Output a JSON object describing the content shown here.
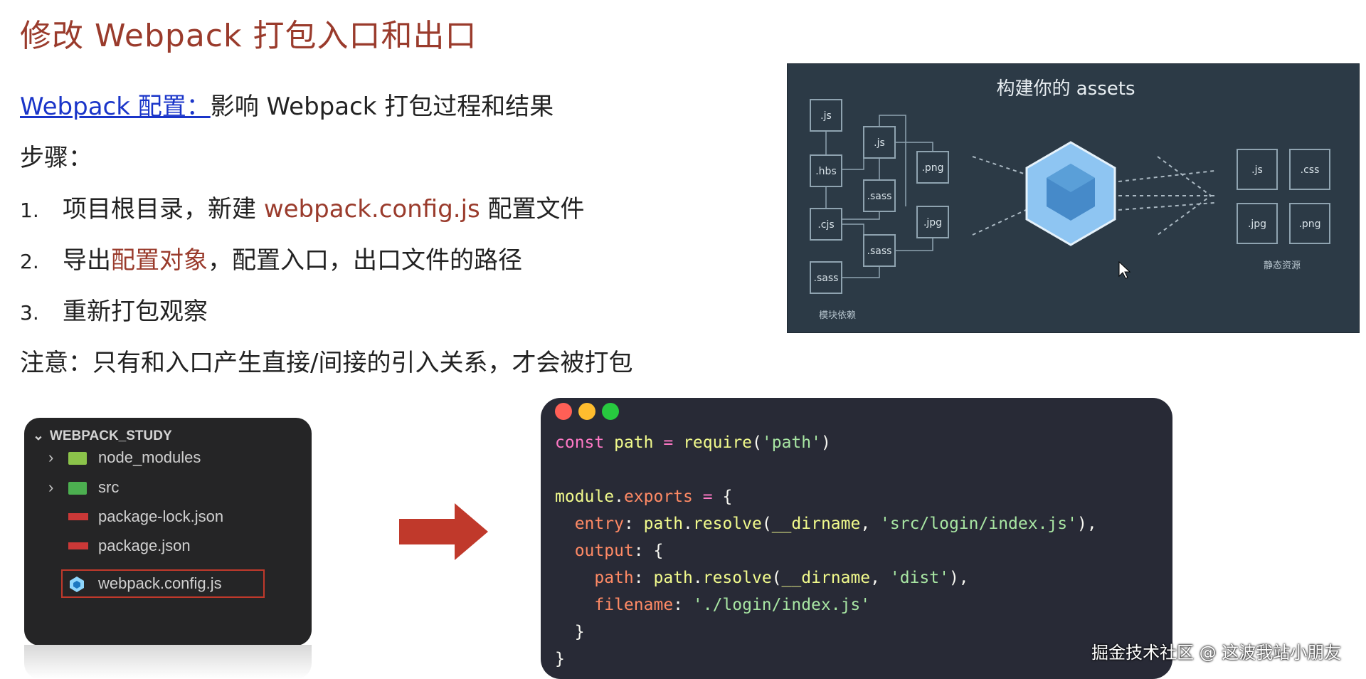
{
  "title": "修改 Webpack 打包入口和出口",
  "intro": {
    "link": "Webpack 配置：",
    "rest": "影响 Webpack 打包过程和结果"
  },
  "steps_label": "步骤：",
  "steps": [
    {
      "num": "1.",
      "pre": "项目根目录，新建 ",
      "accent": "webpack.config.js",
      "post": " 配置文件"
    },
    {
      "num": "2.",
      "pre": "导出",
      "accent": "配置对象",
      "post": "，配置入口，出口文件的路径"
    },
    {
      "num": "3.",
      "pre": "重新打包观察",
      "accent": "",
      "post": ""
    }
  ],
  "note": "注意：只有和入口产生直接/间接的引入关系，才会被打包",
  "webpack_image": {
    "heading": "构建你的 assets",
    "left_caption": "模块依赖",
    "right_caption": "静态资源",
    "modules": [
      ".js",
      ".js",
      ".png",
      ".hbs",
      ".sass",
      ".cjs",
      ".jpg",
      ".sass",
      ".sass"
    ],
    "assets": [
      ".js",
      ".css",
      ".jpg",
      ".png"
    ]
  },
  "explorer": {
    "header": "WEBPACK_STUDY",
    "items": [
      {
        "label": "node_modules",
        "icon": "folder-node-icon"
      },
      {
        "label": "src",
        "icon": "folder-src-icon"
      },
      {
        "label": "package-lock.json",
        "icon": "npm-icon"
      },
      {
        "label": "package.json",
        "icon": "npm-icon"
      },
      {
        "label": "webpack.config.js",
        "icon": "webpack-icon"
      }
    ],
    "selected": "webpack.config.js"
  },
  "code": {
    "lines": [
      "const path = require('path')",
      "",
      "module.exports = {",
      "  entry: path.resolve(__dirname, 'src/login/index.js'),",
      "  output: {",
      "    path: path.resolve(__dirname, 'dist'),",
      "    filename: './login/index.js'",
      "  }",
      "}"
    ]
  },
  "watermark": "掘金技术社区 @ 这波我站小朋友",
  "colors": {
    "title": "#9a3b2c",
    "link": "#1a35c9",
    "arrow": "#c0392b",
    "code_bg": "#282a36"
  }
}
